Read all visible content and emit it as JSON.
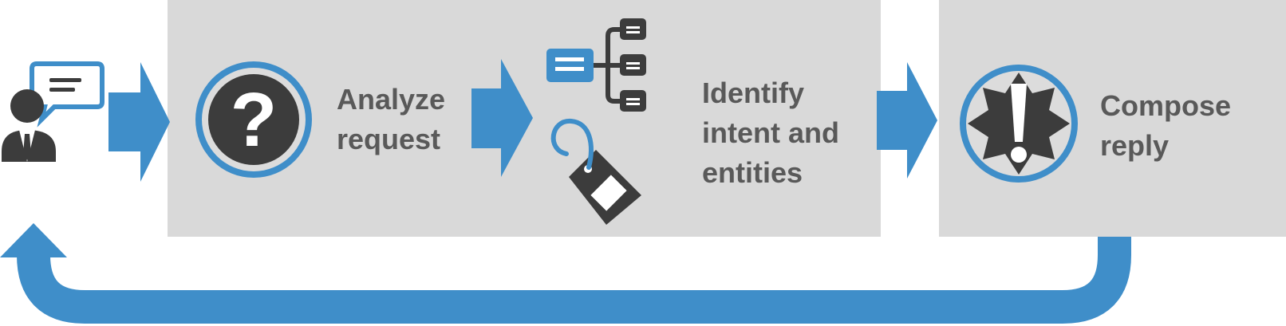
{
  "steps": [
    {
      "id": "analyze",
      "lines": [
        "Analyze",
        "request"
      ],
      "icon": "question-mark-icon"
    },
    {
      "id": "identify",
      "lines": [
        "Identify",
        "intent and",
        "entities"
      ],
      "icons": [
        "hierarchy-tree-icon",
        "tag-icon"
      ]
    },
    {
      "id": "compose",
      "lines": [
        "Compose",
        "reply"
      ],
      "icon": "exclamation-badge-icon"
    }
  ],
  "start_icon": "user-speech-bubble-icon",
  "colors": {
    "accent": "#3f8ec9",
    "panel": "#d9d9d9",
    "text": "#595959",
    "icon_dark": "#3c3c3c"
  }
}
